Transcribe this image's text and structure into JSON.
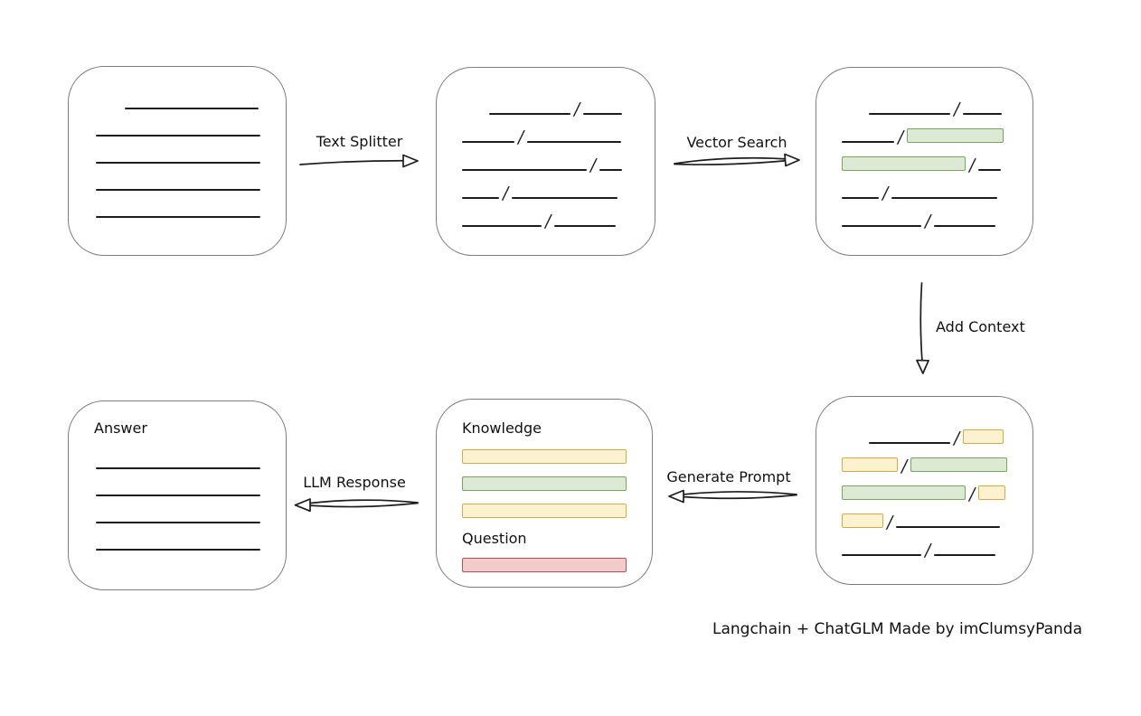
{
  "palette": {
    "background": "#ffffff",
    "box_border": "#7d7d7d",
    "ink": "#1c1c1c",
    "green_fill": "#dcead3",
    "green_stroke": "#76a65e",
    "yellow_fill": "#fdf2cf",
    "yellow_stroke": "#d9a93e",
    "red_fill": "#f3cbcb",
    "red_stroke": "#bf4d4d"
  },
  "labels": {
    "text_splitter": "Text Splitter",
    "vector_search": "Vector Search",
    "add_context": "Add Context",
    "generate_prompt": "Generate Prompt",
    "llm_response": "LLM Response",
    "knowledge": "Knowledge",
    "question": "Question",
    "answer": "Answer",
    "footer": "Langchain + ChatGLM Made by imClumsyPanda"
  },
  "diagram": {
    "document_rows": [
      {
        "indent": 32,
        "segs": [
          [
            "line",
            148
          ]
        ]
      },
      {
        "indent": 0,
        "segs": [
          [
            "line",
            182
          ]
        ]
      },
      {
        "indent": 0,
        "segs": [
          [
            "line",
            182
          ]
        ]
      },
      {
        "indent": 0,
        "segs": [
          [
            "line",
            182
          ]
        ]
      },
      {
        "indent": 0,
        "segs": [
          [
            "line",
            182
          ]
        ]
      }
    ],
    "chunk_rows": [
      {
        "indent": 30,
        "segs": [
          [
            "line",
            90
          ],
          [
            "slash"
          ],
          [
            "line",
            43
          ]
        ]
      },
      {
        "indent": 0,
        "segs": [
          [
            "line",
            58
          ],
          [
            "slash"
          ],
          [
            "line",
            104
          ]
        ]
      },
      {
        "indent": 0,
        "segs": [
          [
            "line",
            138
          ],
          [
            "slash"
          ],
          [
            "line",
            25
          ]
        ]
      },
      {
        "indent": 0,
        "segs": [
          [
            "line",
            41
          ],
          [
            "slash"
          ],
          [
            "line",
            117
          ]
        ]
      },
      {
        "indent": 0,
        "segs": [
          [
            "line",
            88
          ],
          [
            "slash"
          ],
          [
            "line",
            68
          ]
        ]
      }
    ],
    "vector_rows": [
      {
        "indent": 30,
        "segs": [
          [
            "line",
            90
          ],
          [
            "slash"
          ],
          [
            "line",
            43
          ]
        ]
      },
      {
        "indent": 0,
        "segs": [
          [
            "line",
            58
          ],
          [
            "slash"
          ],
          [
            "green",
            107
          ]
        ]
      },
      {
        "indent": 0,
        "segs": [
          [
            "green",
            137
          ],
          [
            "slash"
          ],
          [
            "line",
            25
          ]
        ]
      },
      {
        "indent": 0,
        "segs": [
          [
            "line",
            41
          ],
          [
            "slash"
          ],
          [
            "line",
            117
          ]
        ]
      },
      {
        "indent": 0,
        "segs": [
          [
            "line",
            88
          ],
          [
            "slash"
          ],
          [
            "line",
            68
          ]
        ]
      }
    ],
    "context_rows": [
      {
        "indent": 30,
        "segs": [
          [
            "line",
            90
          ],
          [
            "slash"
          ],
          [
            "yellow",
            45
          ]
        ]
      },
      {
        "indent": 0,
        "segs": [
          [
            "yellow",
            62
          ],
          [
            "slash"
          ],
          [
            "green",
            107
          ]
        ]
      },
      {
        "indent": 0,
        "segs": [
          [
            "green",
            137
          ],
          [
            "slash"
          ],
          [
            "yellow",
            30
          ]
        ]
      },
      {
        "indent": 0,
        "segs": [
          [
            "yellow",
            46
          ],
          [
            "slash"
          ],
          [
            "line",
            115
          ]
        ]
      },
      {
        "indent": 0,
        "segs": [
          [
            "line",
            88
          ],
          [
            "slash"
          ],
          [
            "line",
            68
          ]
        ]
      }
    ],
    "knowledge_bars": [
      {
        "indent": 0,
        "segs": [
          [
            "yellow",
            182
          ]
        ]
      },
      {
        "indent": 0,
        "segs": [
          [
            "green",
            182
          ]
        ]
      },
      {
        "indent": 0,
        "segs": [
          [
            "yellow",
            182
          ]
        ]
      }
    ],
    "question_bars": [
      {
        "indent": 0,
        "segs": [
          [
            "red",
            182
          ]
        ]
      }
    ]
  }
}
